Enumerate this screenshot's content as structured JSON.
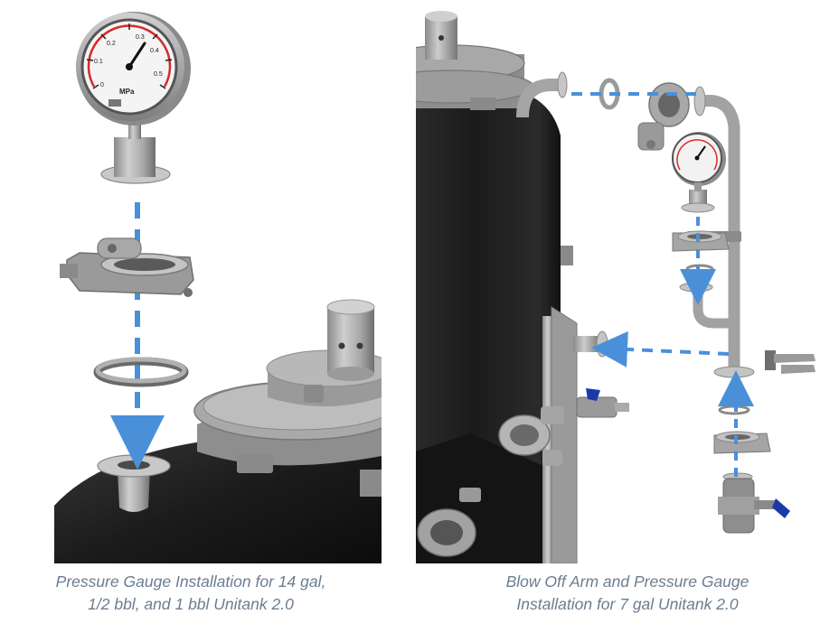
{
  "figure": {
    "left": {
      "caption_line1": "Pressure Gauge Installation for 14 gal,",
      "caption_line2": "1/2 bbl, and 1 bbl Unitank 2.0",
      "gauge_unit": "MPa",
      "gauge_scale": [
        "0",
        "0.1",
        "0.2",
        "0.3",
        "0.4",
        "0.5"
      ]
    },
    "right": {
      "caption_line1": "Blow Off Arm and Pressure Gauge",
      "caption_line2": "Installation for 7 gal Unitank 2.0"
    },
    "colors": {
      "arrow": "#4a90d9",
      "steel_light": "#b4b4b4",
      "steel_dark": "#7a7a7a",
      "tank": "#1c1c1c",
      "valve_handle": "#1a3aa8",
      "gauge_red": "#d62a2a",
      "caption": "#6b7d8f"
    }
  }
}
